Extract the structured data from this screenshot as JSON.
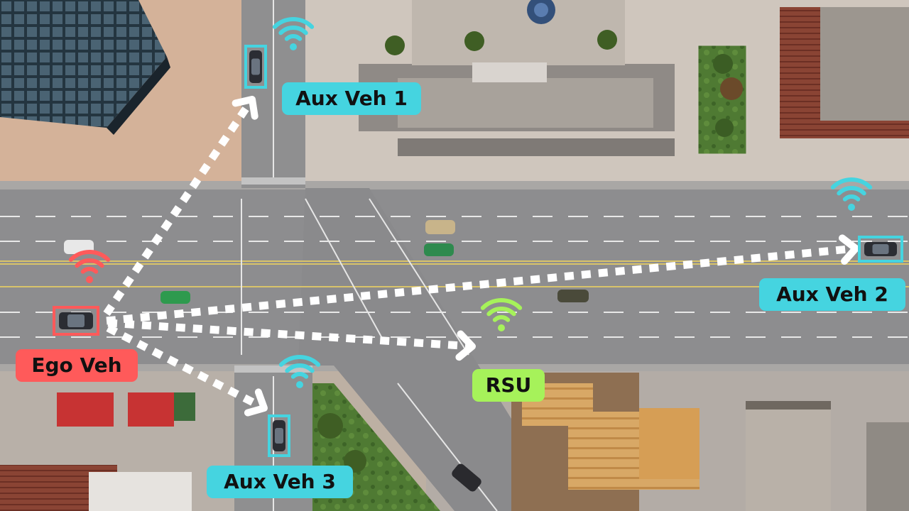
{
  "nodes": {
    "ego": {
      "label": "Ego Veh",
      "color": "#ff5a5a"
    },
    "aux1": {
      "label": "Aux Veh 1",
      "color": "#45d4e0"
    },
    "aux2": {
      "label": "Aux Veh 2",
      "color": "#45d4e0"
    },
    "aux3": {
      "label": "Aux Veh 3",
      "color": "#45d4e0"
    },
    "rsu": {
      "label": "RSU",
      "color": "#a6f25a"
    }
  },
  "links": [
    {
      "from": "ego",
      "to": "aux1"
    },
    {
      "from": "ego",
      "to": "aux2"
    },
    {
      "from": "ego",
      "to": "rsu"
    },
    {
      "from": "ego",
      "to": "aux3"
    }
  ],
  "icons": [
    "wifi-icon",
    "car-icon",
    "arrow-icon"
  ],
  "colors": {
    "road": "#8e8e8e",
    "sidewalk": "#c8b7a6",
    "link": "#ffffff"
  }
}
